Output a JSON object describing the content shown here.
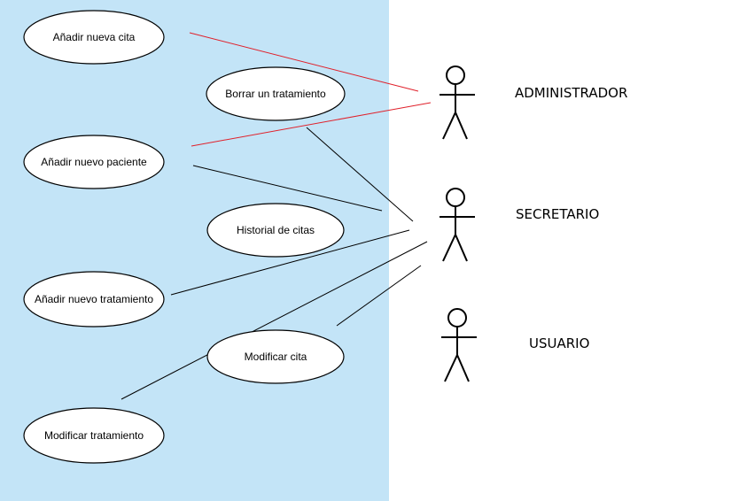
{
  "colors": {
    "system_boundary": "#c3e4f7",
    "admin_association": "#e0202a",
    "association": "#000000",
    "use_case_fill": "#ffffff",
    "outline": "#000000"
  },
  "use_cases": [
    {
      "id": "uc-anadir-nueva-cita",
      "label": "Añadir nueva cita"
    },
    {
      "id": "uc-borrar-tratamiento",
      "label": "Borrar un tratamiento"
    },
    {
      "id": "uc-anadir-nuevo-paciente",
      "label": "Añadir nuevo paciente"
    },
    {
      "id": "uc-historial-citas",
      "label": "Historial de citas"
    },
    {
      "id": "uc-anadir-nuevo-tratamiento",
      "label": "Añadir nuevo tratamiento"
    },
    {
      "id": "uc-modificar-cita",
      "label": "Modificar cita"
    },
    {
      "id": "uc-modificar-tratamiento",
      "label": "Modificar tratamiento"
    }
  ],
  "actors": [
    {
      "id": "actor-administrador",
      "label": "ADMINISTRADOR"
    },
    {
      "id": "actor-secretario",
      "label": "SECRETARIO"
    },
    {
      "id": "actor-usuario",
      "label": "USUARIO"
    }
  ],
  "associations": [
    {
      "from": "uc-anadir-nueva-cita",
      "to": "actor-administrador",
      "kind": "admin"
    },
    {
      "from": "uc-anadir-nuevo-paciente",
      "to": "actor-administrador",
      "kind": "admin"
    },
    {
      "from": "uc-anadir-nuevo-paciente",
      "to": "actor-secretario",
      "kind": "normal"
    },
    {
      "from": "uc-borrar-tratamiento",
      "to": "actor-secretario",
      "kind": "normal"
    },
    {
      "from": "uc-anadir-nuevo-tratamiento",
      "to": "actor-secretario",
      "kind": "normal"
    },
    {
      "from": "uc-modificar-tratamiento",
      "to": "actor-secretario",
      "kind": "normal"
    },
    {
      "from": "uc-modificar-cita",
      "to": "actor-secretario",
      "kind": "normal"
    }
  ]
}
